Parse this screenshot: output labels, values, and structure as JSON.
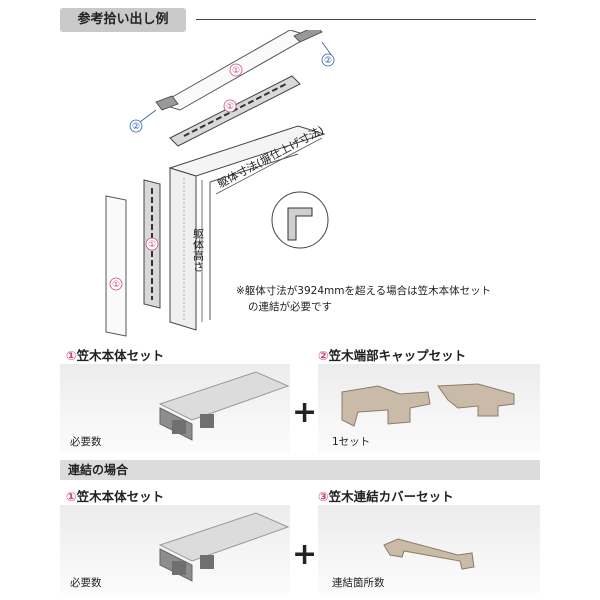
{
  "header": {
    "tag": "参考拾い出し例"
  },
  "diagram": {
    "part1": "①",
    "part2": "②",
    "dimension_width": "躯体寸法(塀仕上げ寸法)",
    "dimension_height": "躯体高さ"
  },
  "note": {
    "line1": "※躯体寸法が3924mmを超える場合は笠木本体セット",
    "line2": "の連結が必要です"
  },
  "section_top": {
    "left_num": "①",
    "left_title": "笠木本体セット",
    "left_caption": "必要数",
    "plus": "+",
    "right_num": "②",
    "right_title": "笠木端部キャップセット",
    "right_caption": "1セット"
  },
  "band": {
    "label": "連結の場合"
  },
  "section_bottom": {
    "left_num": "①",
    "left_title": "笠木本体セット",
    "left_caption": "必要数",
    "plus": "+",
    "right_num": "③",
    "right_title": "笠木連結カバーセット",
    "right_caption": "連結箇所数"
  },
  "colors": {
    "accent": "#d1467e",
    "panel": "#ededed",
    "band": "#dcdcdc"
  }
}
